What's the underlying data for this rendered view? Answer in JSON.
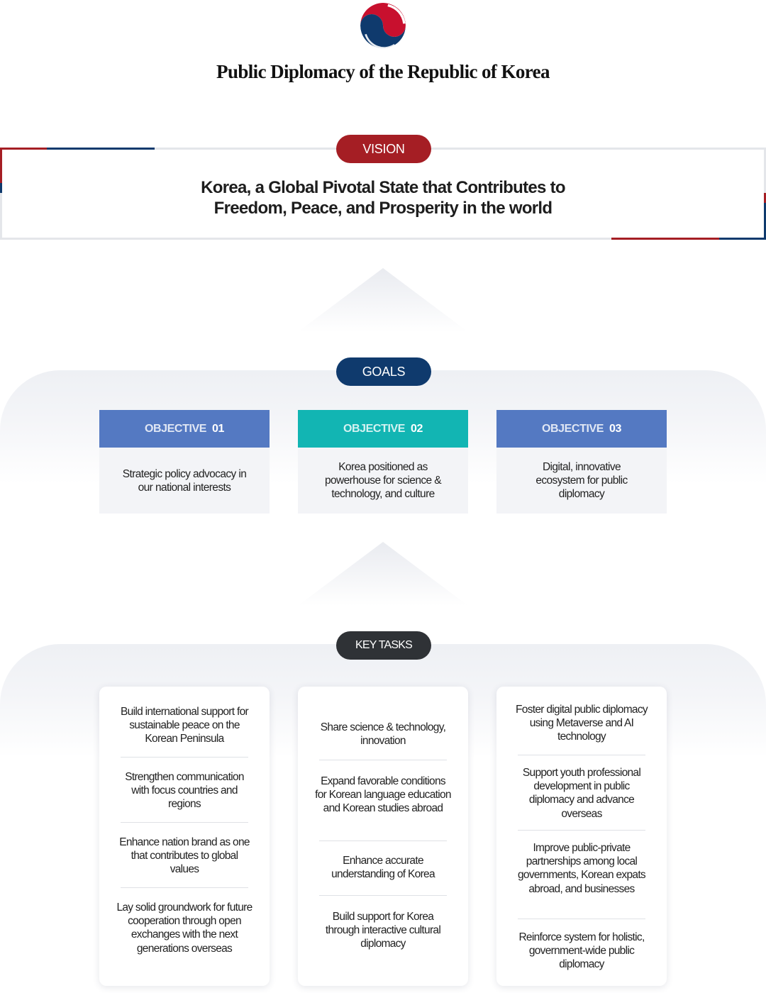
{
  "header": {
    "title": "Public Diplomacy of the Republic of Korea",
    "logo_icon": "taegeuk-emblem-icon"
  },
  "colors": {
    "red": "#a51e24",
    "navy": "#0f3a6d",
    "objective_blue": "#5479c2",
    "objective_teal": "#12b5b3",
    "dark": "#2f3236"
  },
  "vision": {
    "label": "VISION",
    "line1": "Korea, a Global Pivotal State that Contributes to",
    "line2": "Freedom, Peace, and Prosperity in the world"
  },
  "goals": {
    "label": "GOALS",
    "objectives": [
      {
        "label": "OBJECTIVE",
        "number": "01",
        "text": "Strategic policy advocacy in our national interests"
      },
      {
        "label": "OBJECTIVE",
        "number": "02",
        "text": "Korea positioned as powerhouse for science & technology, and culture"
      },
      {
        "label": "OBJECTIVE",
        "number": "03",
        "text": "Digital, innovative ecosystem for public diplomacy"
      }
    ]
  },
  "key_tasks": {
    "label": "KEY TASKS",
    "columns": [
      [
        "Build international support for sustainable peace on the Korean Peninsula",
        "Strengthen communication with focus countries and regions",
        "Enhance nation brand as one that contributes to global values",
        "Lay solid groundwork for future cooperation through open exchanges with the next generations overseas"
      ],
      [
        "Share science & technology, innovation",
        "Expand favorable conditions for Korean language education and Korean studies abroad",
        "Enhance accurate understanding of Korea",
        "Build support for Korea through interactive cultural diplomacy"
      ],
      [
        "Foster digital public diplomacy using Metaverse and AI technology",
        "Support youth professional development in public diplomacy and advance overseas",
        "Improve public-private partnerships among local governments, Korean expats abroad, and businesses",
        "Reinforce system for holistic, government-wide public diplomacy"
      ]
    ]
  }
}
